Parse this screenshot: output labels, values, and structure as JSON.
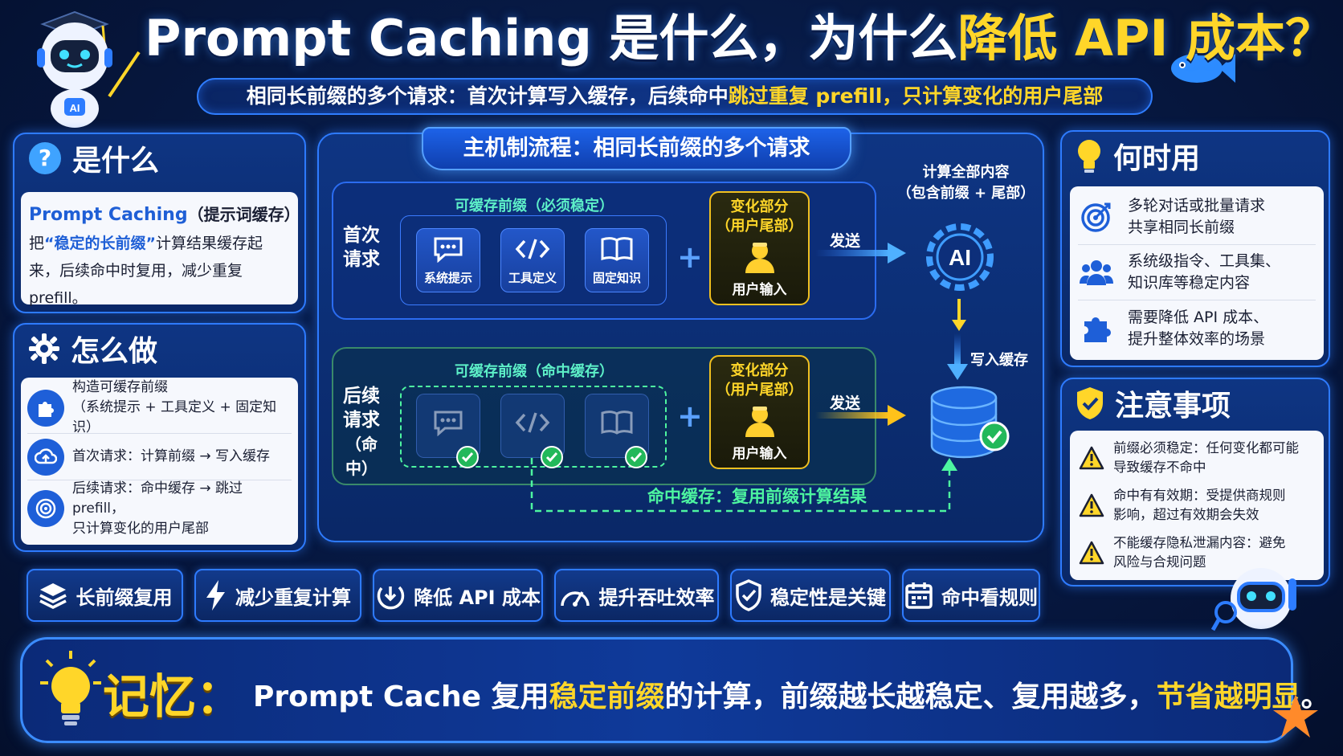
{
  "title": {
    "part1": "Prompt Caching 是什么，为什么",
    "part2": "降低 API 成本？"
  },
  "subtitle": {
    "part1": "相同长前缀的多个请求：首次计算写入缓存，后续命中",
    "part2": "跳过重复 prefill，只计算变化的用户尾部"
  },
  "what": {
    "heading": "是什么",
    "name": "Prompt Caching",
    "name_cn": "（提示词缓存）",
    "desc_pre": "把",
    "desc_quote": "“稳定的长前缀”",
    "desc_post": "计算结果缓存起来，后续命中时复用，减少重复 prefill。"
  },
  "how": {
    "heading": "怎么做",
    "items": [
      {
        "icon": "puzzle-icon",
        "line1": "构造可缓存前缀",
        "line2": "（系统提示 + 工具定义 + 固定知识）"
      },
      {
        "icon": "cloud-upload-icon",
        "line1": "首次请求：计算前缀 → 写入缓存",
        "line2": ""
      },
      {
        "icon": "target-icon",
        "line1": "后续请求：命中缓存 → 跳过 prefill，",
        "line2": "只计算变化的用户尾部"
      }
    ]
  },
  "center": {
    "tab_title": "主机制流程：相同长前缀的多个请求",
    "row1": {
      "label": "首次\n请求",
      "prefix_title": "可缓存前缀（必须稳定）",
      "tiles": [
        "系统提示",
        "工具定义",
        "固定知识"
      ],
      "change_title1": "变化部分",
      "change_title2": "（用户尾部）",
      "change_user": "用户输入",
      "send": "发送"
    },
    "row2": {
      "label1": "后续",
      "label2": "请求",
      "label3": "（命中）",
      "prefix_title": "可缓存前缀（命中缓存）",
      "change_title1": "变化部分",
      "change_title2": "（用户尾部）",
      "change_user": "用户输入",
      "send": "发送"
    },
    "compute_all1": "计算全部内容",
    "compute_all2": "（包含前缀 + 尾部）",
    "write_cache": "写入缓存",
    "hit_label": "命中缓存：复用前缀计算结果",
    "ai_label": "AI"
  },
  "when": {
    "heading": "何时用",
    "items": [
      {
        "icon": "target-icon",
        "line1": "多轮对话或批量请求",
        "line2": "共享相同长前缀"
      },
      {
        "icon": "users-icon",
        "line1": "系统级指令、工具集、",
        "line2": "知识库等稳定内容"
      },
      {
        "icon": "puzzle-icon",
        "line1": "需要降低 API 成本、",
        "line2": "提升整体效率的场景"
      }
    ]
  },
  "caution": {
    "heading": "注意事项",
    "items": [
      {
        "line1": "前缀必须稳定：任何变化都可能",
        "line2": "导致缓存不命中"
      },
      {
        "line1": "命中有有效期：受提供商规则",
        "line2": "影响，超过有效期会失效"
      },
      {
        "line1": "不能缓存隐私泄漏内容：避免",
        "line2": "风险与合规问题"
      }
    ]
  },
  "pills": [
    {
      "icon": "layers-icon",
      "label": "长前缀复用"
    },
    {
      "icon": "bolt-icon",
      "label": "减少重复计算"
    },
    {
      "icon": "download-cycle-icon",
      "label": "降低 API 成本"
    },
    {
      "icon": "speedometer-icon",
      "label": "提升吞吐效率"
    },
    {
      "icon": "shield-check-icon",
      "label": "稳定性是关键"
    },
    {
      "icon": "calendar-icon",
      "label": "命中看规则"
    }
  ],
  "memory": {
    "title": "记忆：",
    "text1": "Prompt Cache 复用",
    "text2": "稳定前缀",
    "text3": "的计算，前缀越长越稳定、复用越多，",
    "text4": "节省越明显",
    "text5": "。"
  },
  "mascot": {
    "badge": "AI"
  },
  "colors": {
    "accent_blue": "#2e7bff",
    "highlight_yellow": "#ffd629",
    "hit_green": "#4df5a0",
    "background": "#071a45"
  }
}
